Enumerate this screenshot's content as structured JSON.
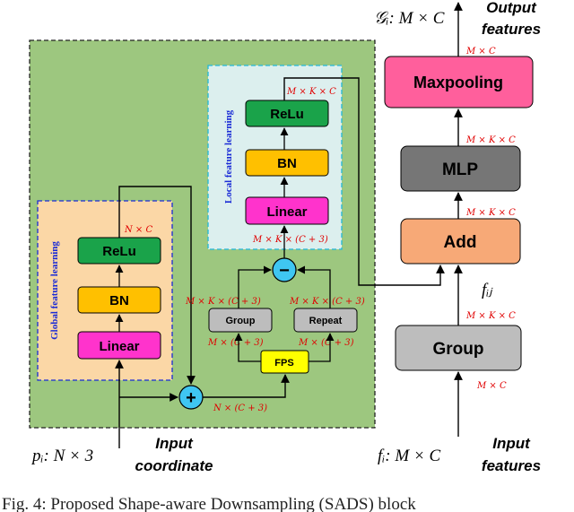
{
  "blocks": {
    "maxpooling": "Maxpooling",
    "mlp": "MLP",
    "add": "Add",
    "group_right": "Group",
    "relu_local": "ReLu",
    "bn_local": "BN",
    "linear_local": "Linear",
    "relu_global": "ReLu",
    "bn_global": "BN",
    "linear_global": "Linear",
    "group_small": "Group",
    "repeat_small": "Repeat",
    "fps": "FPS"
  },
  "regions": {
    "global": "Global feature learning",
    "local": "Local feature learning"
  },
  "dims": {
    "maxpool_in": "M × K × C",
    "mlp_in": "M × K × C",
    "add_in": "M × K × C",
    "group_out": "M × K × C",
    "group_in": "M × C",
    "top_out": "M × C",
    "local_top": "M × K × C",
    "local_bottom": "M × K × (C + 3)",
    "global_top": "N × C",
    "group_small_top": "M × K × (C + 3)",
    "repeat_small_top": "M × K × (C + 3)",
    "group_small_bottom": "M × (C + 3)",
    "repeat_small_bottom": "M × (C + 3)",
    "fps_in": "N × (C + 3)"
  },
  "labels": {
    "output_math": "𝒢ᵢ: M × C",
    "output_features_1": "Output",
    "output_features_2": "features",
    "f_ij": "fᵢⱼ",
    "input_math_left": "pᵢ: N × 3",
    "input_coord_1": "Input",
    "input_coord_2": "coordinate",
    "input_math_right": "fᵢ: M × C",
    "input_features_1": "Input",
    "input_features_2": "features",
    "minus": "−",
    "plus": "+"
  },
  "caption": "Fig. 4: Proposed Shape-aware Downsampling (SADS) block",
  "colors": {
    "green_bg": "#9dc77f",
    "global_bg": "#fbd7a6",
    "local_bg": "#dcefee",
    "maxpool": "#ff5f9c",
    "mlp": "#767676",
    "add": "#f7a977",
    "group": "#bdbdbd",
    "relu": "#1aa34a",
    "bn": "#ffc000",
    "linear": "#ff33cc",
    "fps": "#ffff00",
    "op_circle": "#3fc6f2",
    "dim_text": "#e00000"
  }
}
